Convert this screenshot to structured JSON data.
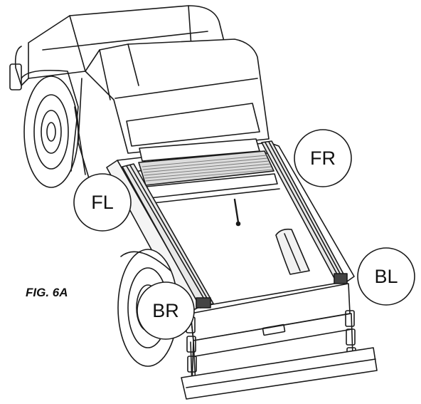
{
  "figure_label": "FIG. 6A",
  "callouts": {
    "fr": "FR",
    "fl": "FL",
    "bl": "BL",
    "br": "BR"
  }
}
